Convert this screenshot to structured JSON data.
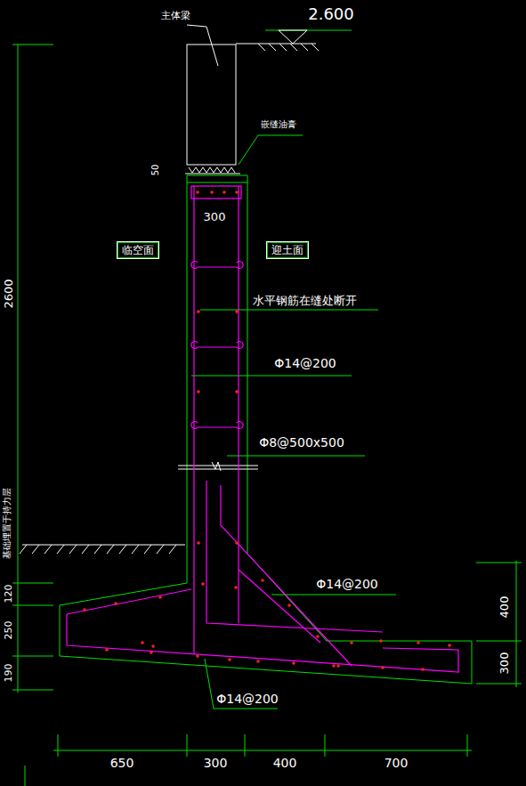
{
  "diagram": {
    "nodes": [
      {
        "text": [
          "临空面"
        ]
      },
      {
        "text": [
          "迎土面"
        ]
      }
    ],
    "labels": [
      "2.600",
      "主体梁",
      "嵌缝油膏",
      "50",
      "300",
      "水平钢筋在缝处断开",
      "Φ14@200",
      "Φ8@500x500",
      "2600",
      "基础埋置于持力层",
      "Φ14@200",
      "400",
      "120",
      "250",
      "300",
      "190",
      "Φ14@200",
      "650",
      "300",
      "400",
      "700"
    ]
  }
}
